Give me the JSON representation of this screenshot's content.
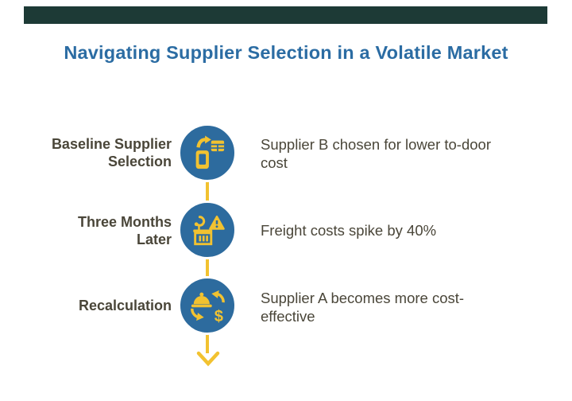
{
  "canvas": {
    "background": "#ffffff",
    "top_bar_color": "#1d3a36"
  },
  "title": {
    "text": "Navigating Supplier Selection in a Volatile Market",
    "color": "#2b6ca3"
  },
  "timeline": {
    "node_fill": "#2d6b9e",
    "node_ring_color": "#ffffff",
    "icon_color": "#f2c230",
    "connector_color": "#f2c230",
    "text_color": "#4a4639",
    "end_arrow_icon": "down-arrow-icon",
    "steps": [
      {
        "label": "Baseline Supplier\nSelection",
        "description": "Supplier B chosen for lower to-door\ncost",
        "icon": "phone-to-spreadsheet-sync-icon"
      },
      {
        "label": "Three Months\nLater",
        "description": "Freight costs spike by 40%",
        "icon": "crane-container-warning-icon"
      },
      {
        "label": "Recalculation",
        "description": "Supplier A becomes more cost-\neffective",
        "icon": "dish-dollar-exchange-icon"
      }
    ]
  }
}
